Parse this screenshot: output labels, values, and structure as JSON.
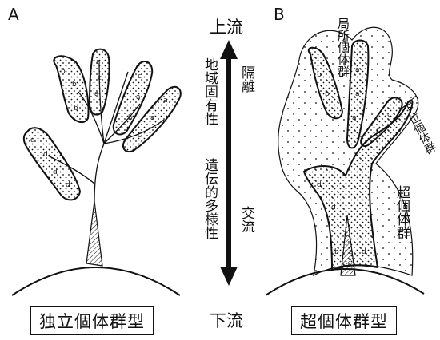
{
  "panels": {
    "a": {
      "letter": "A",
      "caption": "独立個体群型"
    },
    "b": {
      "letter": "B",
      "caption": "超個体群型"
    }
  },
  "axis": {
    "top": "上流",
    "bottom": "下流",
    "left_upper": "地域固有性",
    "left_lower": "遺伝的多様性",
    "right_upper": "隔離",
    "right_lower": "交流"
  },
  "labels_b": {
    "local": "局所個体群",
    "subpop": "下位個体群",
    "meta": "超個体群"
  },
  "colors": {
    "ink": "#111111",
    "background": "#ffffff"
  }
}
